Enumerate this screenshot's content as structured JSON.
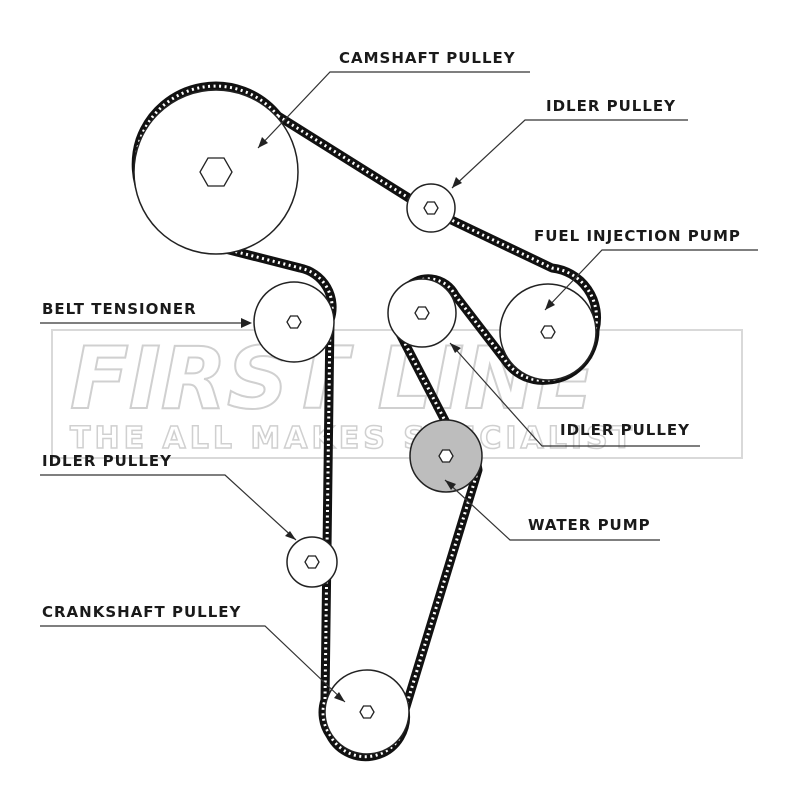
{
  "labels": {
    "camshaft_pulley": "CAMSHAFT PULLEY",
    "idler_pulley_top": "IDLER PULLEY",
    "fuel_injection_pump": "FUEL INJECTION PUMP",
    "belt_tensioner": "BELT TENSIONER",
    "idler_pulley_mid": "IDLER PULLEY",
    "idler_pulley_left": "IDLER PULLEY",
    "water_pump": "WATER PUMP",
    "crankshaft_pulley": "CRANKSHAFT PULLEY"
  },
  "watermark": {
    "brand": "FIRST LINE",
    "tagline": "THE ALL MAKES SPECIALIST"
  }
}
